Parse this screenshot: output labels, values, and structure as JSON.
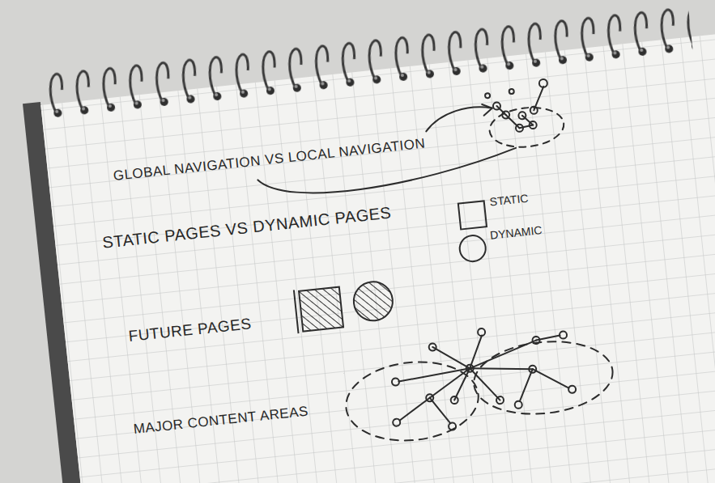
{
  "diagram": {
    "nodes": [
      {
        "text": [
          "STATIC"
        ]
      },
      {
        "text": [
          "DYNAMIC"
        ]
      }
    ],
    "labels": [
      "GLOBAL NAVIGATION VS LOCAL NAVIGATION",
      "STATIC PAGES VS DYNAMIC PAGES",
      "FUTURE PAGES",
      "MAJOR CONTENT AREAS"
    ]
  }
}
